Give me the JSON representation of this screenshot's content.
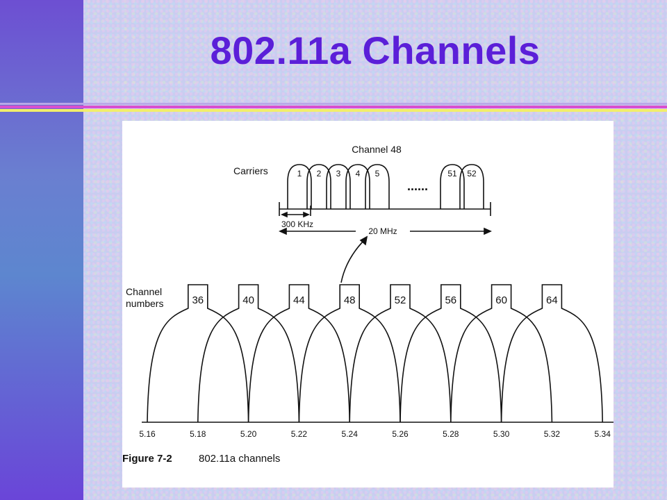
{
  "slide": {
    "title": "802.11a Channels"
  },
  "figure": {
    "top_label": "Channel 48",
    "carriers_label": "Carriers",
    "carriers": [
      "1",
      "2",
      "3",
      "4",
      "5",
      "51",
      "52"
    ],
    "ellipsis": "......",
    "spacing_label": "300 KHz",
    "bandwidth_label": "20 MHz",
    "channel_numbers_label": [
      "Channel",
      "numbers"
    ],
    "channels": [
      "36",
      "40",
      "44",
      "48",
      "52",
      "56",
      "60",
      "64"
    ],
    "frequencies": [
      "5.16",
      "5.18",
      "5.20",
      "5.22",
      "5.24",
      "5.26",
      "5.28",
      "5.30",
      "5.32",
      "5.34"
    ],
    "caption_number": "Figure 7-2",
    "caption_text": "802.11a channels"
  },
  "colors": {
    "title": "#5b1fd8",
    "stroke": "#111111",
    "figure_bg": "#ffffff"
  }
}
